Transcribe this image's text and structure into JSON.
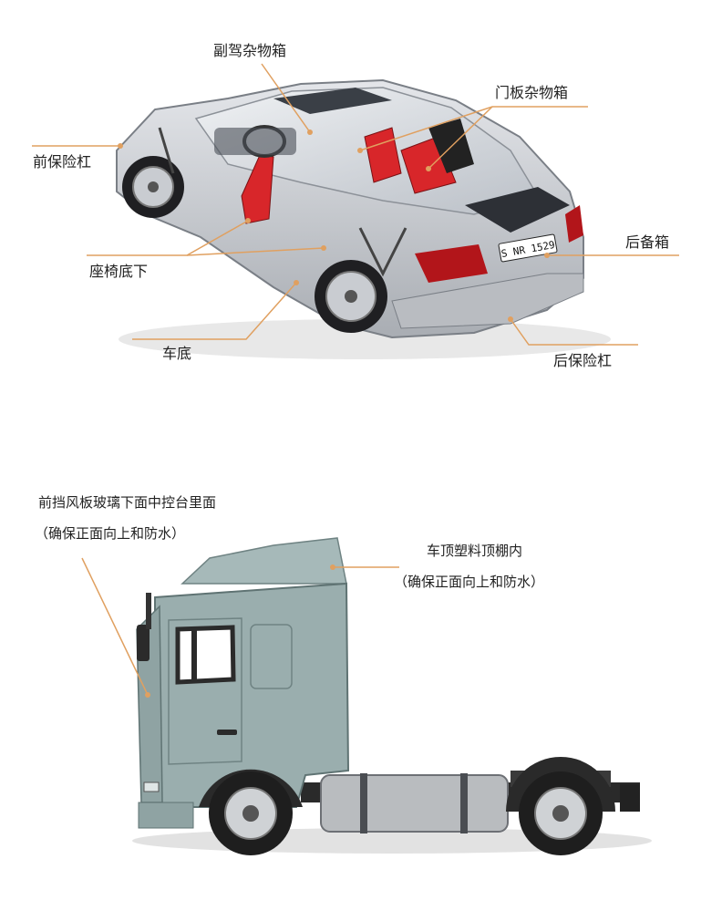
{
  "car": {
    "plate": "S NR 1529",
    "labels": {
      "passenger_glovebox": "副驾杂物箱",
      "door_panel_storage": "门板杂物箱",
      "front_bumper": "前保险杠",
      "trunk": "后备箱",
      "under_seat": "座椅底下",
      "underbody": "车底",
      "rear_bumper": "后保险杠"
    }
  },
  "truck": {
    "labels": {
      "dashboard_line1": "前挡风板玻璃下面中控台里面",
      "dashboard_line2": "（确保正面向上和防水）",
      "roof_line1": "车顶塑料顶棚内",
      "roof_line2": "（确保正面向上和防水）"
    }
  },
  "colors": {
    "callout_line": "#e0a060",
    "car_body": "#c9ccd1",
    "car_interior_red": "#d8262a",
    "truck_body": "#9aaeae",
    "truck_dark": "#2a2a2a"
  }
}
